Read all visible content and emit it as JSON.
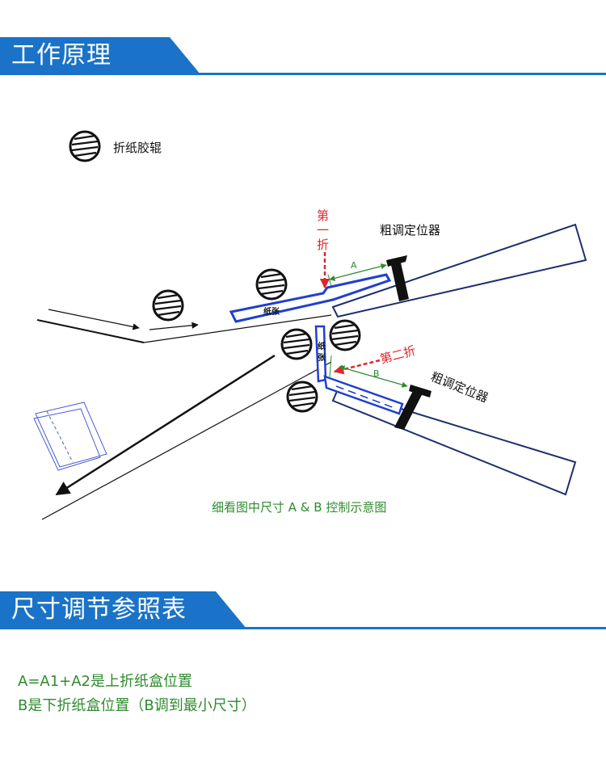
{
  "colors": {
    "header_blue": "#1a73c8",
    "paper_blue": "#1f3fd0",
    "fold_red": "#e0262b",
    "dimension_green": "#2e8b2e",
    "tray_navy": "#1b2f6e"
  },
  "section1": {
    "title": "工作原理"
  },
  "diagram": {
    "legend_label": "折纸胶辊",
    "paper_label_upper": "纸张",
    "paper_label_lower_1": "纸",
    "paper_label_lower_2": "张",
    "first_fold_1": "第",
    "first_fold_2": "一",
    "first_fold_3": "折",
    "second_fold": "第二折",
    "dim_a": "A",
    "dim_b": "B",
    "stop_upper": "粗调定位器",
    "stop_lower": "粗调定位器",
    "caption": "细看图中尺寸 A & B 控制示意图"
  },
  "section2": {
    "title": "尺寸调节参照表",
    "line_a": "A=A1+A2是上折纸盒位置",
    "line_b": "B是下折纸盒位置（B调到最小尺寸）"
  }
}
